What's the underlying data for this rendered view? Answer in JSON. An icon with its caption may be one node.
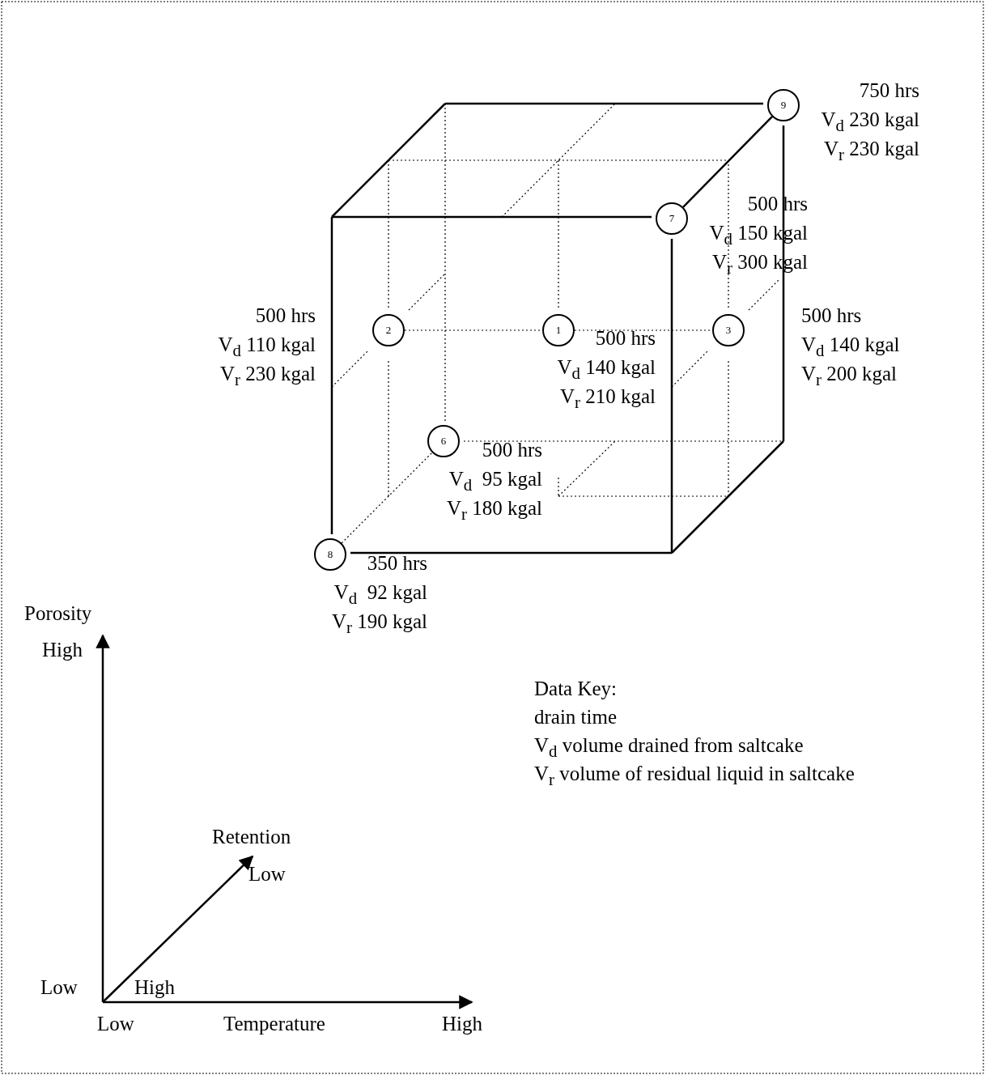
{
  "diagram": {
    "nodes": [
      {
        "text": [
          "9"
        ],
        "beside": [
          "750 hrs",
          "V$_{d}$ 230 kgal",
          "V$_{r}$ 230 kgal"
        ]
      },
      {
        "text": [
          "7"
        ],
        "beside": [
          "500 hrs",
          "V$_{d}$ 150 kgal",
          "V$_{r}$ 300 kgal"
        ]
      },
      {
        "text": [
          "2"
        ],
        "beside": [
          "500 hrs",
          "V$_{d}$ 110 kgal",
          "V$_{r}$ 230 kgal"
        ]
      },
      {
        "text": [
          "1"
        ],
        "beside": [
          "500 hrs",
          "V$_{d}$ 140 kgal",
          "V$_{r}$ 210 kgal"
        ]
      },
      {
        "text": [
          "3"
        ],
        "beside": [
          "500 hrs",
          "V$_{d}$ 140 kgal",
          "V$_{r}$ 200 kgal"
        ]
      },
      {
        "text": [
          "6"
        ],
        "beside": [
          "500 hrs",
          "V$_{d}$  95 kgal",
          "V$_{r}$ 180 kgal"
        ]
      },
      {
        "text": [
          "8"
        ],
        "beside": [
          "350 hrs",
          "V$_{d}$  92 kgal",
          "V$_{r}$ 190 kgal"
        ]
      }
    ],
    "edges": [
      {
        "from": 1,
        "to": 0,
        "arrow": "none"
      },
      {
        "from": 2,
        "to": 3,
        "arrow": "none",
        "style": "dashed"
      },
      {
        "from": 3,
        "to": 4,
        "arrow": "none",
        "style": "dashed"
      },
      {
        "from": 6,
        "to": 5,
        "arrow": "none",
        "style": "dashed"
      }
    ],
    "labels": [
      "Porosity",
      "High",
      "Data Key:",
      "drain time",
      "V$_{d}$ volume drained from saltcake",
      "V$_{r}$ volume of residual liquid in saltcake",
      "Retention",
      "Low",
      "Low",
      "High",
      "Low",
      "Temperature",
      "High"
    ]
  }
}
